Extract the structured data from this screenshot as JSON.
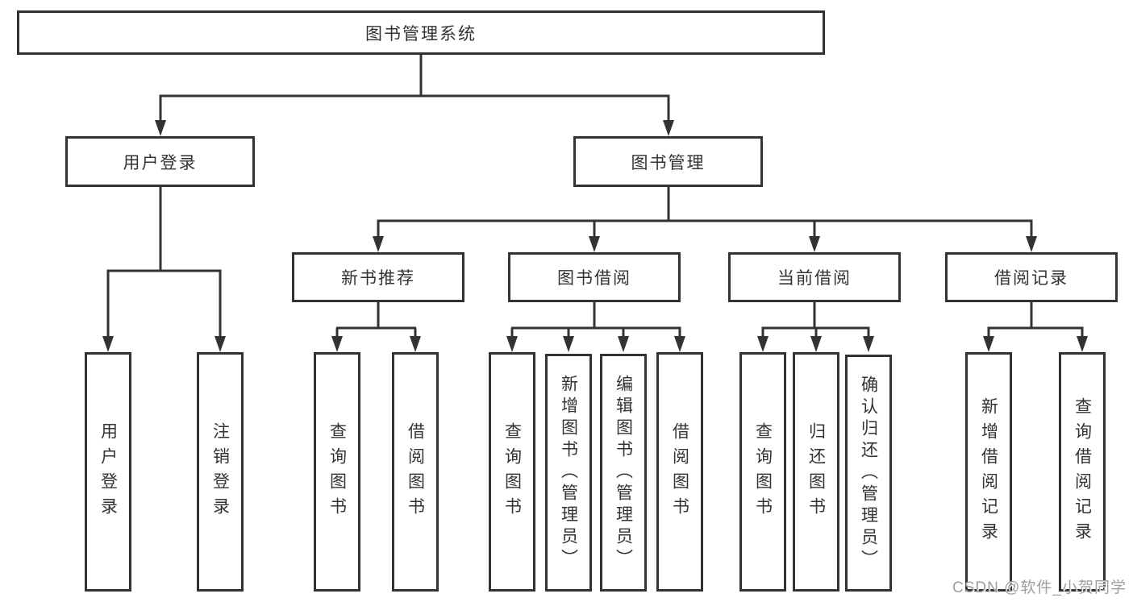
{
  "diagram": {
    "title": "图书管理系统",
    "nodes": {
      "root": "图书管理系统",
      "level2": [
        "用户登录",
        "图书管理"
      ],
      "level3": [
        "新书推荐",
        "图书借阅",
        "当前借阅",
        "借阅记录"
      ],
      "leaves": [
        "用户登录",
        "注销登录",
        "查询图书",
        "借阅图书",
        "查询图书",
        "新增图书（管理员）",
        "编辑图书（管理员）",
        "借阅图书",
        "查询图书",
        "归还图书",
        "确认归还（管理员）",
        "新增借阅记录",
        "查询借阅记录"
      ]
    },
    "colors": {
      "line": "#333333",
      "box_border": "#333333",
      "box_fill": "#ffffff",
      "text": "#333333",
      "watermark": "#9e9e9e"
    }
  },
  "watermark": "CSDN @软件_小贺同学"
}
